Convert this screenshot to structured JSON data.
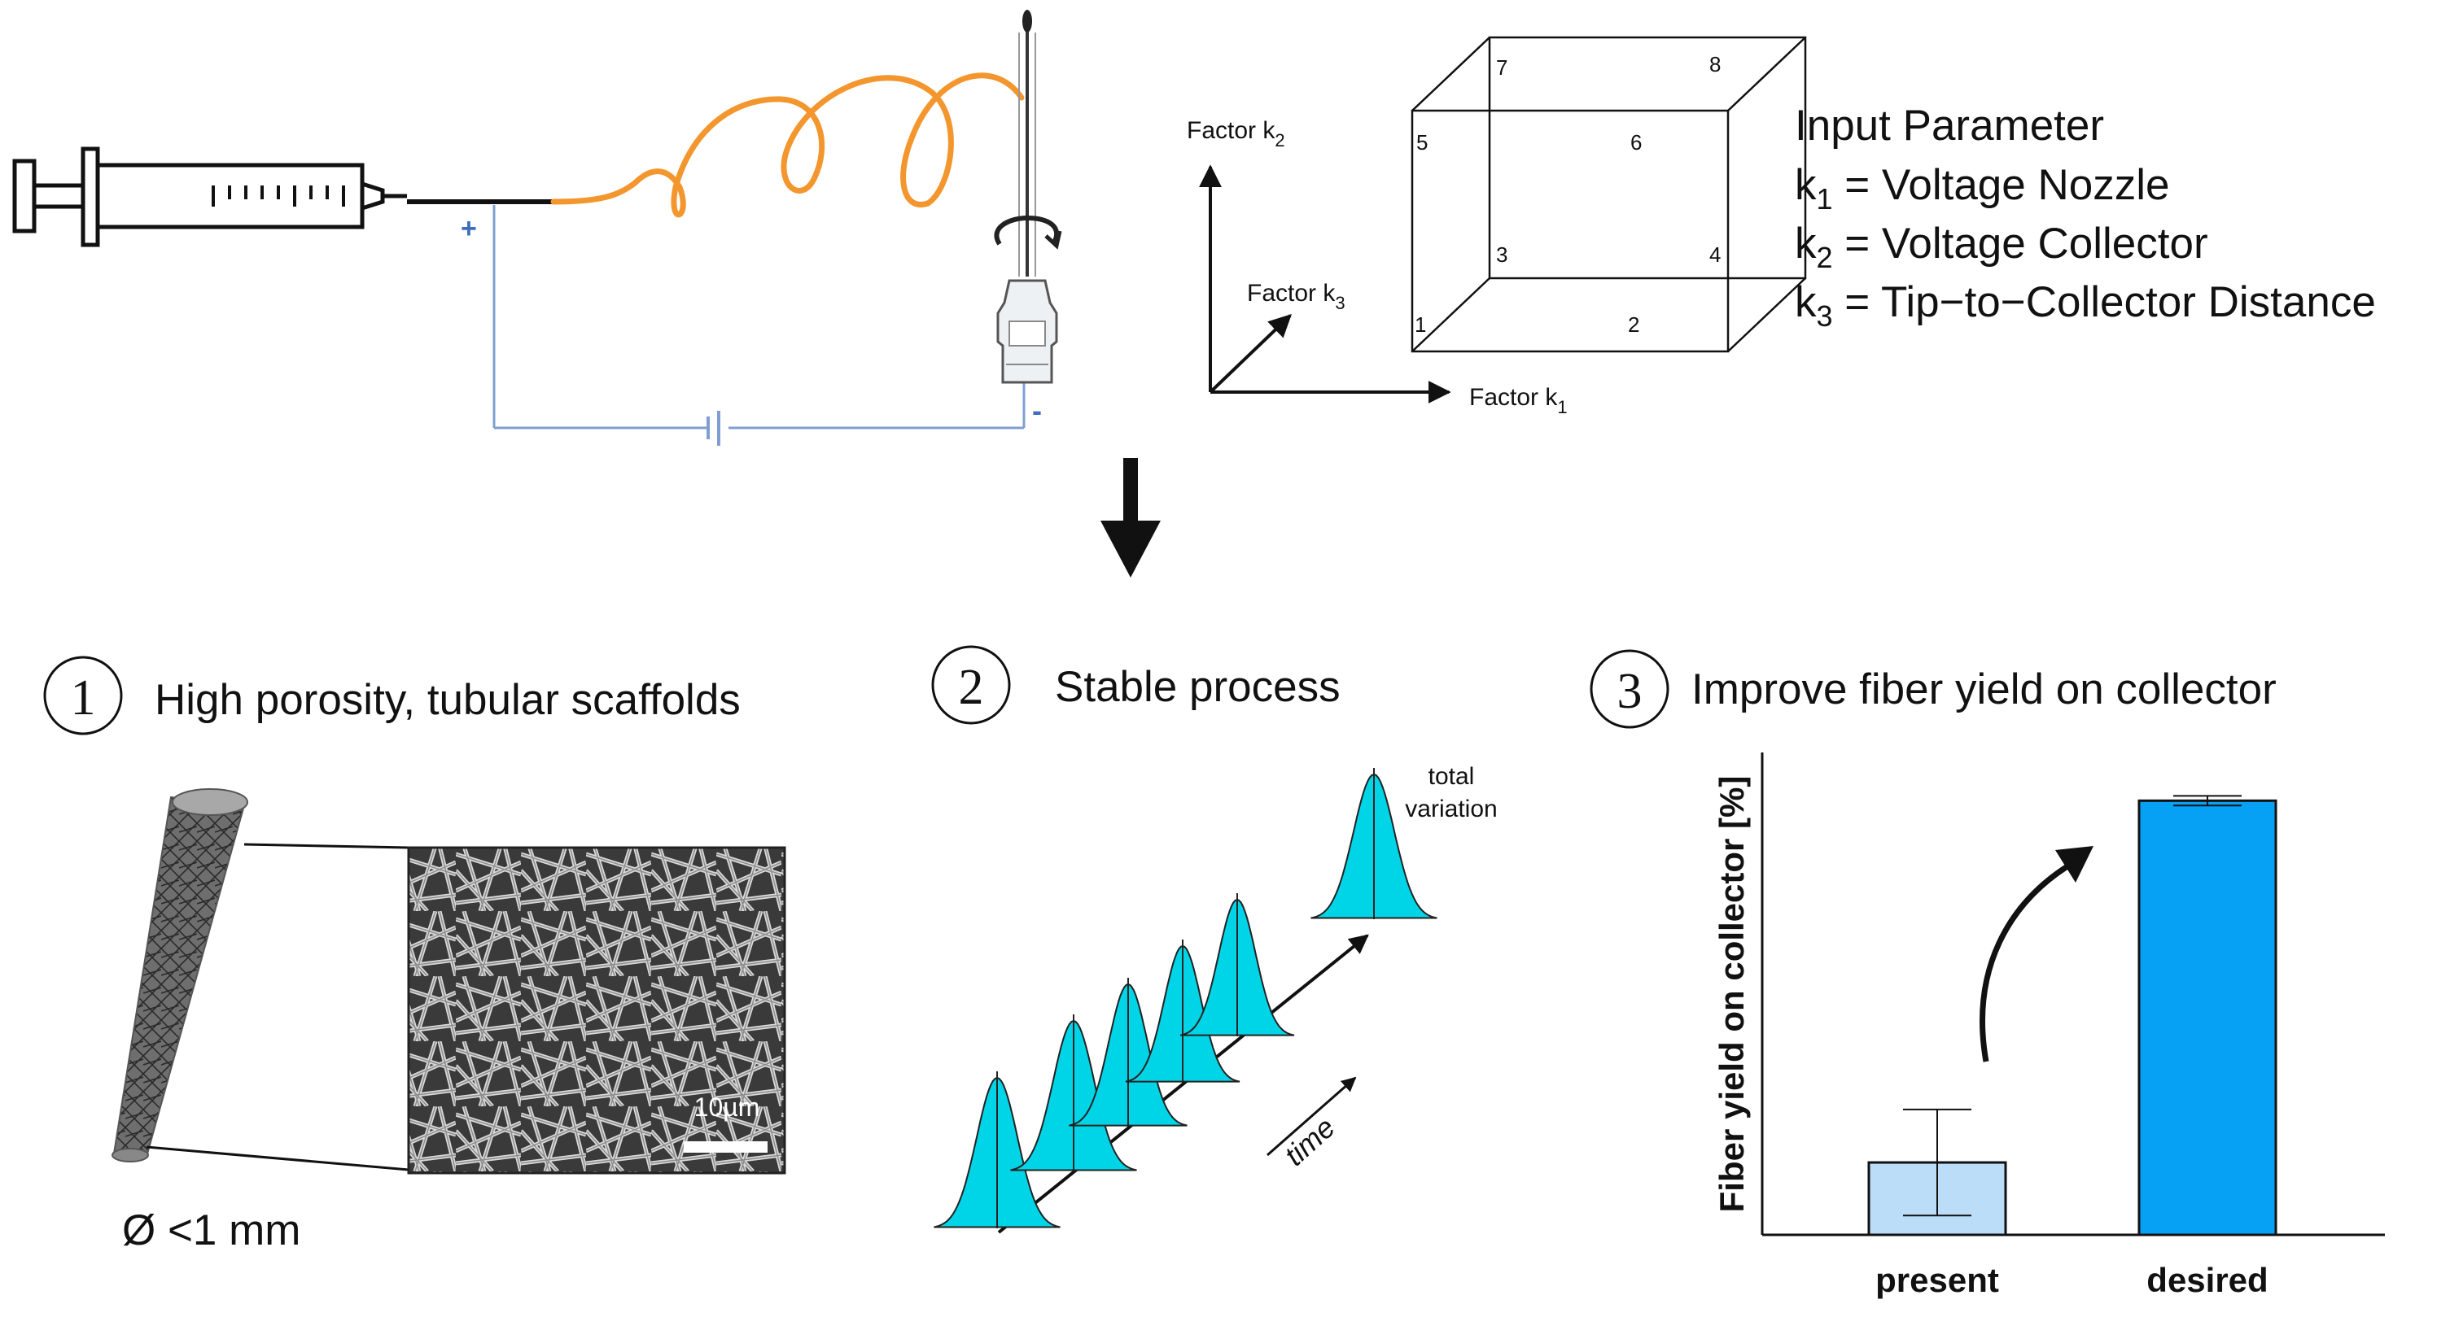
{
  "setup": {
    "plus_label": "+",
    "minus_label": "-"
  },
  "axes": {
    "k1": {
      "label": "Factor k",
      "sub": "1"
    },
    "k2": {
      "label": "Factor k",
      "sub": "2"
    },
    "k3": {
      "label": "Factor k",
      "sub": "3"
    }
  },
  "cube_labels": [
    "1",
    "2",
    "3",
    "4",
    "5",
    "6",
    "7",
    "8"
  ],
  "input_parameters": {
    "title": "Input Parameter",
    "items": [
      {
        "var": "k",
        "sub": "1",
        "text": " = Voltage Nozzle"
      },
      {
        "var": "k",
        "sub": "2",
        "text": " = Voltage Collector"
      },
      {
        "var": "k",
        "sub": "3",
        "text": " = Tip−to−Collector Distance"
      }
    ]
  },
  "goals": [
    {
      "number": "1",
      "title": "High porosity, tubular  scaffolds"
    },
    {
      "number": "2",
      "title": "Stable process"
    },
    {
      "number": "3",
      "title": "Improve fiber yield on collector"
    }
  ],
  "scaffold": {
    "scale_bar_label": "10µm",
    "diameter_label": "Ø <1 mm"
  },
  "stable_process": {
    "total_variation_line1": "total",
    "total_variation_line2": "variation",
    "time_label": "time"
  },
  "colors": {
    "fiber_orange": "#F4962E",
    "circuit_blue": "#7F9FD3",
    "plus_blue": "#3F6DBF",
    "curve_cyan": "#00D5E8",
    "bar_present": "#BBDDF7",
    "bar_desired": "#06A0F5"
  },
  "chart_data": {
    "type": "bar",
    "categories": [
      "present",
      "desired"
    ],
    "series": [
      {
        "values": [
          15,
          90
        ],
        "error": [
          11,
          1
        ]
      }
    ],
    "ylabel": "Fiber yield on collector [%]",
    "xlabel": "",
    "ylim": [
      0,
      100
    ],
    "grid": false,
    "legend": "none"
  }
}
